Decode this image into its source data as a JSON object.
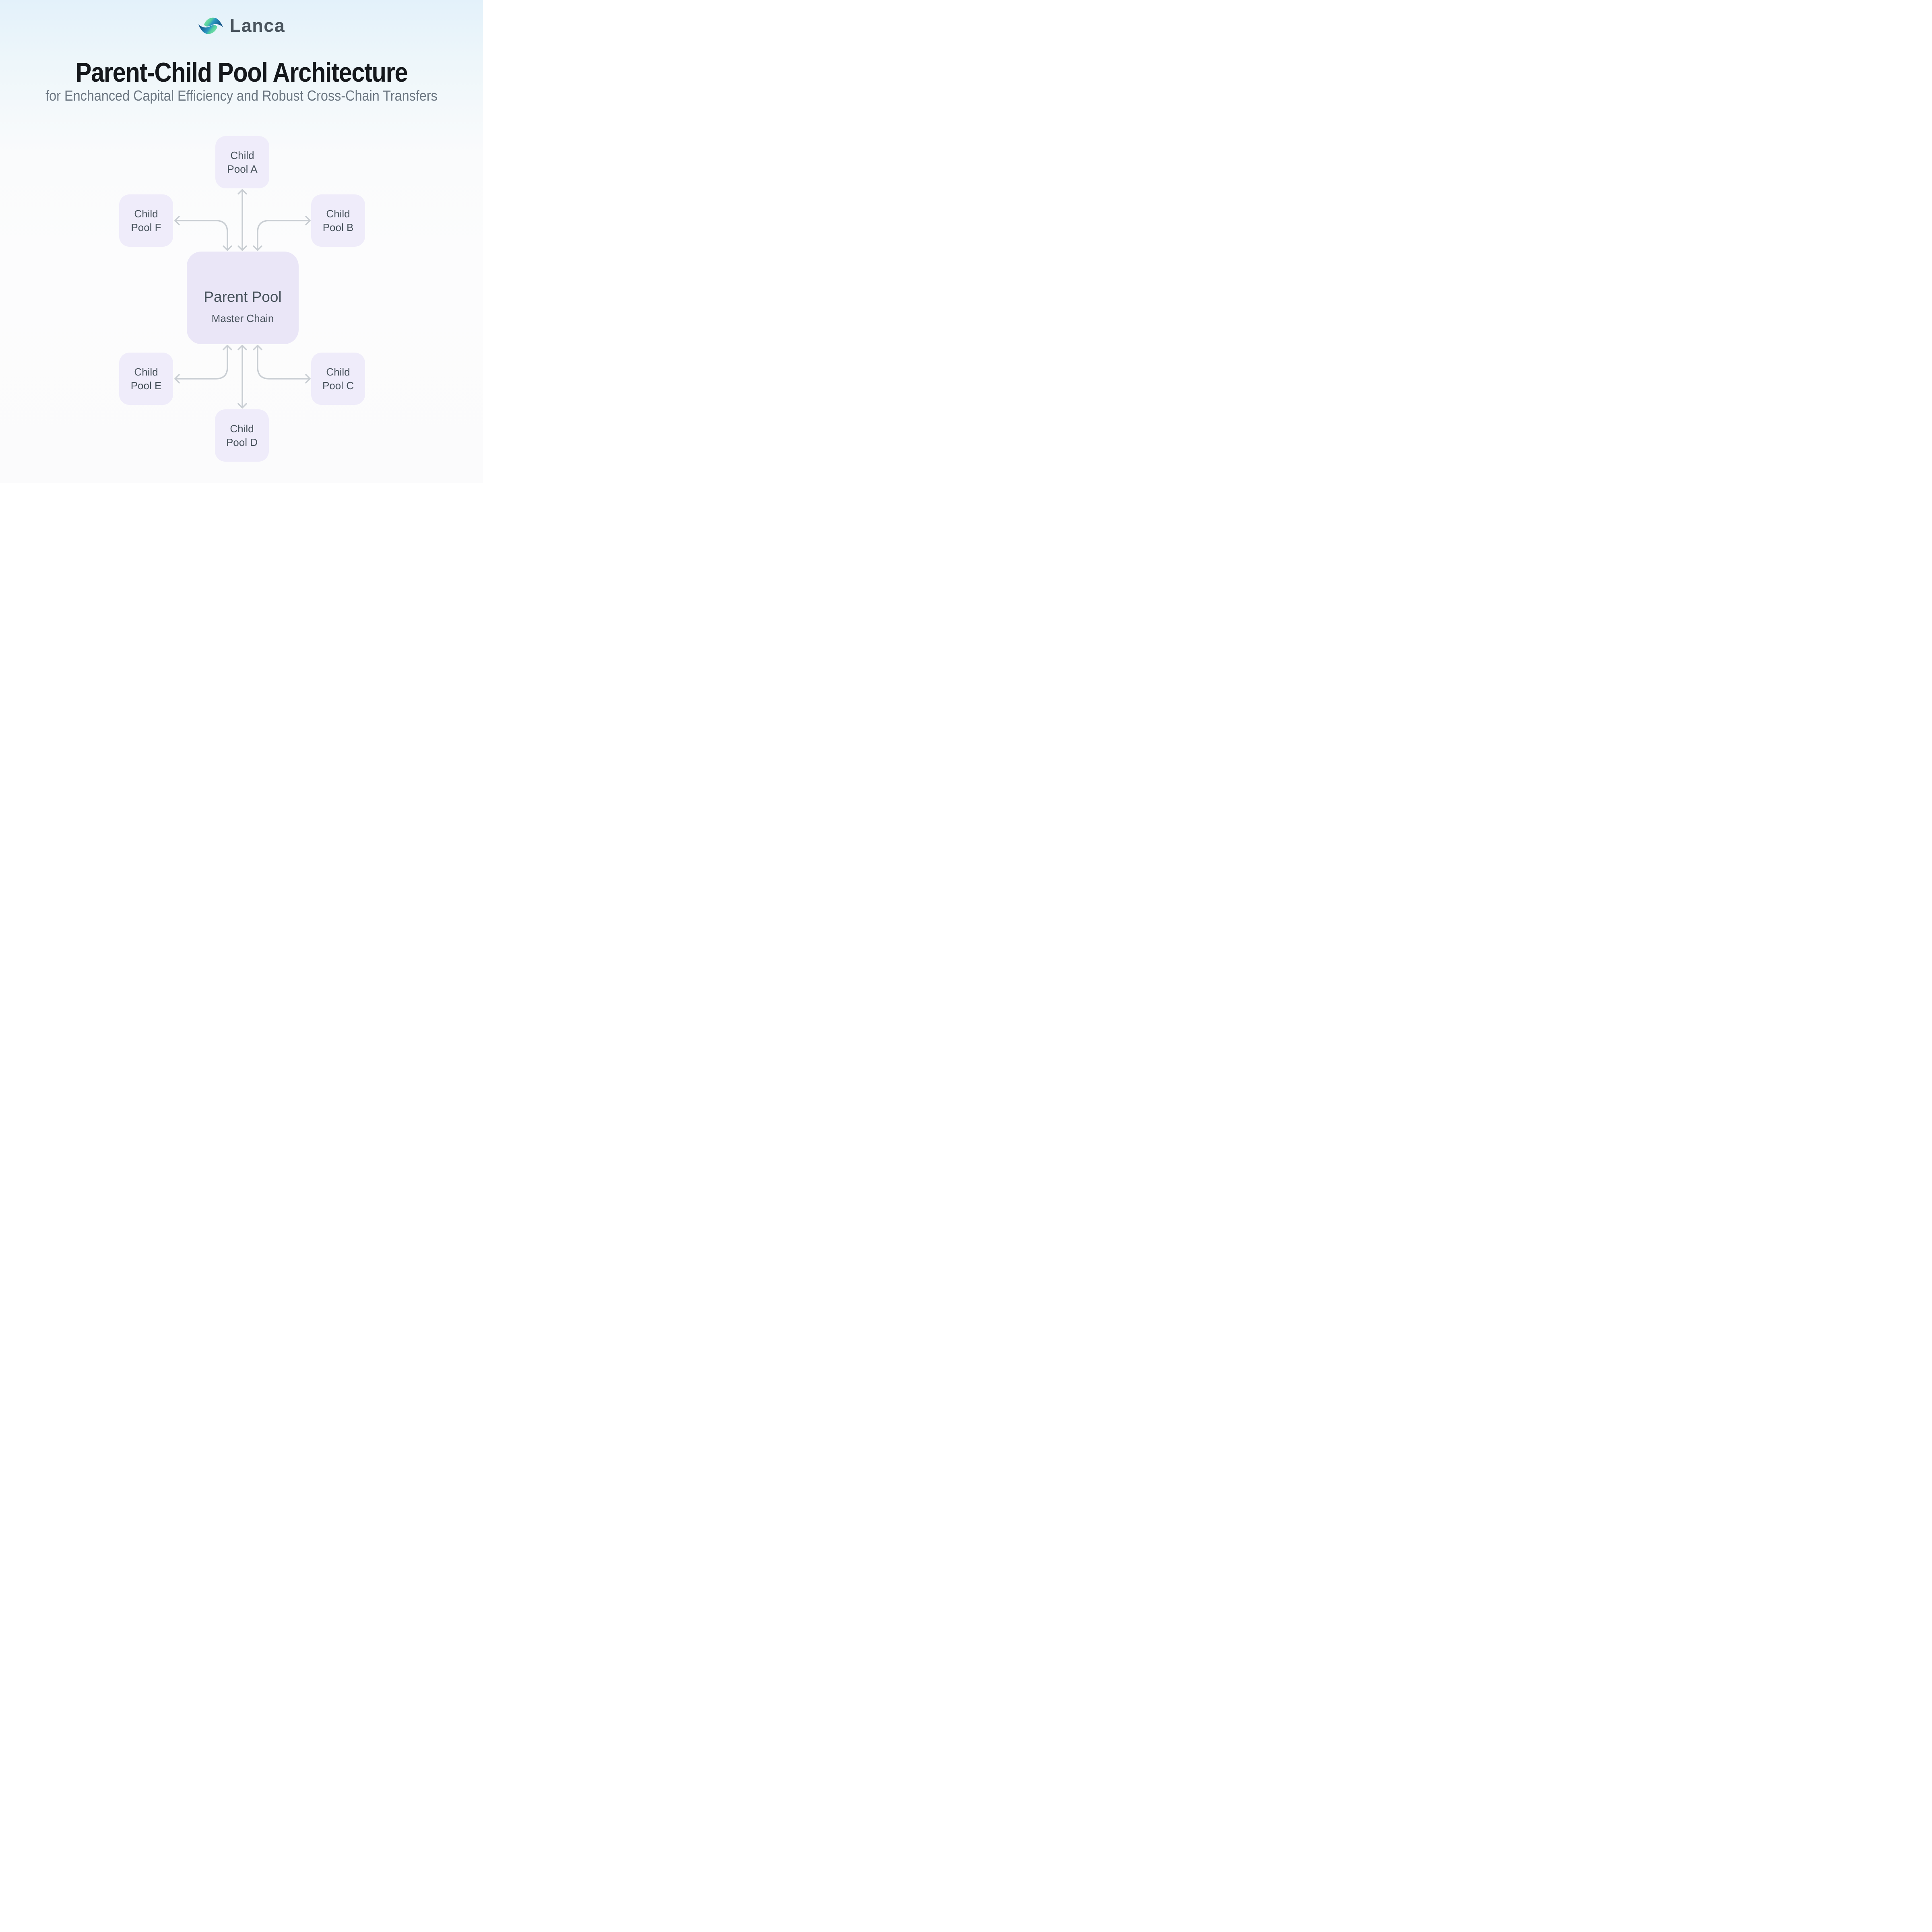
{
  "brand": {
    "name": "Lanca",
    "icon": "lanca-swoosh-icon",
    "icon_colors": {
      "green": "#8DEBAD",
      "teal": "#55CFA0",
      "blue": "#2B97C2",
      "navy": "#14568A"
    }
  },
  "header": {
    "title": "Parent-Child Pool Architecture",
    "subtitle": "for Enchanced Capital Efficiency and Robust Cross-Chain Transfers"
  },
  "diagram": {
    "parent": {
      "title": "Parent Pool",
      "subtitle": "Master Chain"
    },
    "children": [
      {
        "id": "A",
        "line1": "Child",
        "line2": "Pool A",
        "position": "top-center"
      },
      {
        "id": "B",
        "line1": "Child",
        "line2": "Pool B",
        "position": "upper-right"
      },
      {
        "id": "C",
        "line1": "Child",
        "line2": "Pool C",
        "position": "lower-right"
      },
      {
        "id": "D",
        "line1": "Child",
        "line2": "Pool D",
        "position": "bottom-center"
      },
      {
        "id": "E",
        "line1": "Child",
        "line2": "Pool E",
        "position": "lower-left"
      },
      {
        "id": "F",
        "line1": "Child",
        "line2": "Pool F",
        "position": "upper-left"
      }
    ]
  },
  "theme": {
    "bg-top": "#E3F1FA",
    "bg-mid": "#FAFBFC",
    "bg-bottom": "#FBFBFC",
    "box-fill-child": "#EFECFA",
    "box-fill-parent": "#EAE6F7",
    "ink-title": "#15181C",
    "ink-subtitle": "#6B7681",
    "ink-slate": "#47525B",
    "connector": "#C9CED3",
    "brand-text": "#4A555E"
  }
}
